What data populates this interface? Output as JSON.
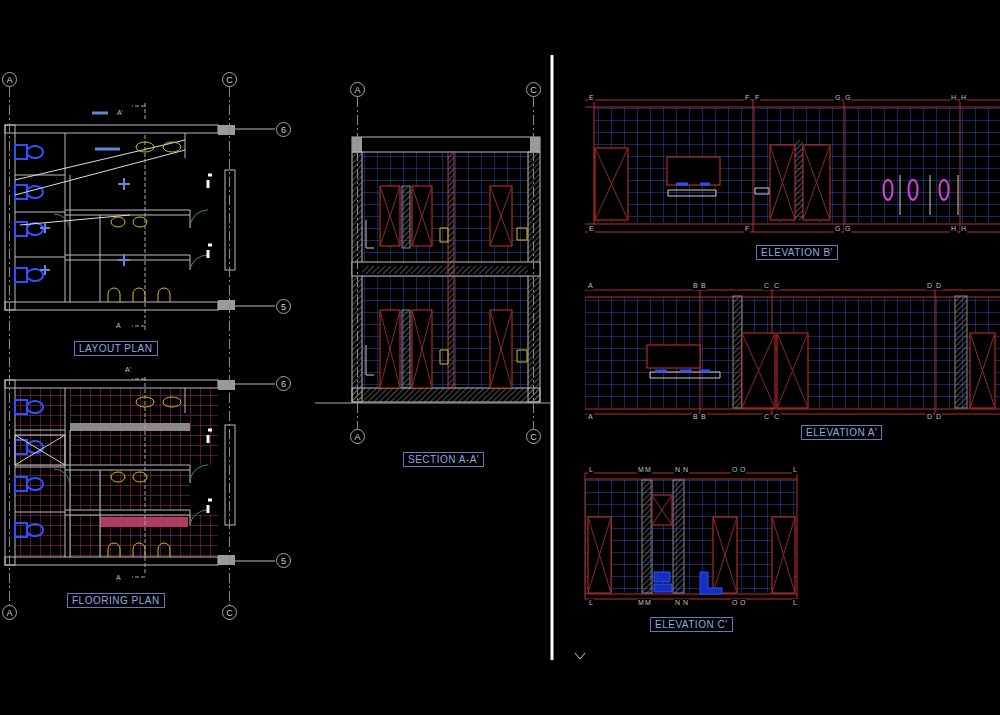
{
  "diagram": {
    "nodes": [
      {
        "text": [
          "A"
        ]
      },
      {
        "text": [
          "C"
        ]
      },
      {
        "text": [
          "6"
        ]
      },
      {
        "text": [
          "5"
        ]
      },
      {
        "text": [
          "LAYOUT PLAN"
        ]
      },
      {
        "text": [
          "6"
        ]
      },
      {
        "text": [
          "5"
        ]
      },
      {
        "text": [
          "A"
        ]
      },
      {
        "text": [
          "C"
        ]
      },
      {
        "text": [
          "FLOORING PLAN"
        ]
      },
      {
        "text": [
          "A"
        ]
      },
      {
        "text": [
          "C"
        ]
      },
      {
        "text": [
          "A"
        ]
      },
      {
        "text": [
          "C"
        ]
      },
      {
        "text": [
          "SECTION  A-A'"
        ]
      },
      {
        "text": [
          "ELEVATION B'"
        ]
      },
      {
        "text": [
          "ELEVATION A'"
        ]
      },
      {
        "text": [
          "ELEVATION  C'"
        ]
      }
    ],
    "edges": [
      {
        "from": 0,
        "to": 7,
        "arrow": "none"
      },
      {
        "from": 1,
        "to": 8,
        "arrow": "none"
      },
      {
        "from": 10,
        "to": 12,
        "arrow": "none"
      },
      {
        "from": 11,
        "to": 13,
        "arrow": "none"
      }
    ],
    "labels": [
      "A'",
      "A",
      "A'",
      "A",
      "E",
      "F",
      "F",
      "G",
      "G",
      "H",
      "H",
      "E",
      "F",
      "G",
      "G",
      "H",
      "H",
      "A",
      "B",
      "B",
      "C",
      "C",
      "D",
      "D",
      "A",
      "B",
      "B",
      "C",
      "C",
      "D",
      "D",
      "L",
      "M",
      "M",
      "N",
      "N",
      "O",
      "O",
      "L",
      "L",
      "M",
      "M",
      "N",
      "N",
      "O",
      "O",
      "L"
    ]
  }
}
